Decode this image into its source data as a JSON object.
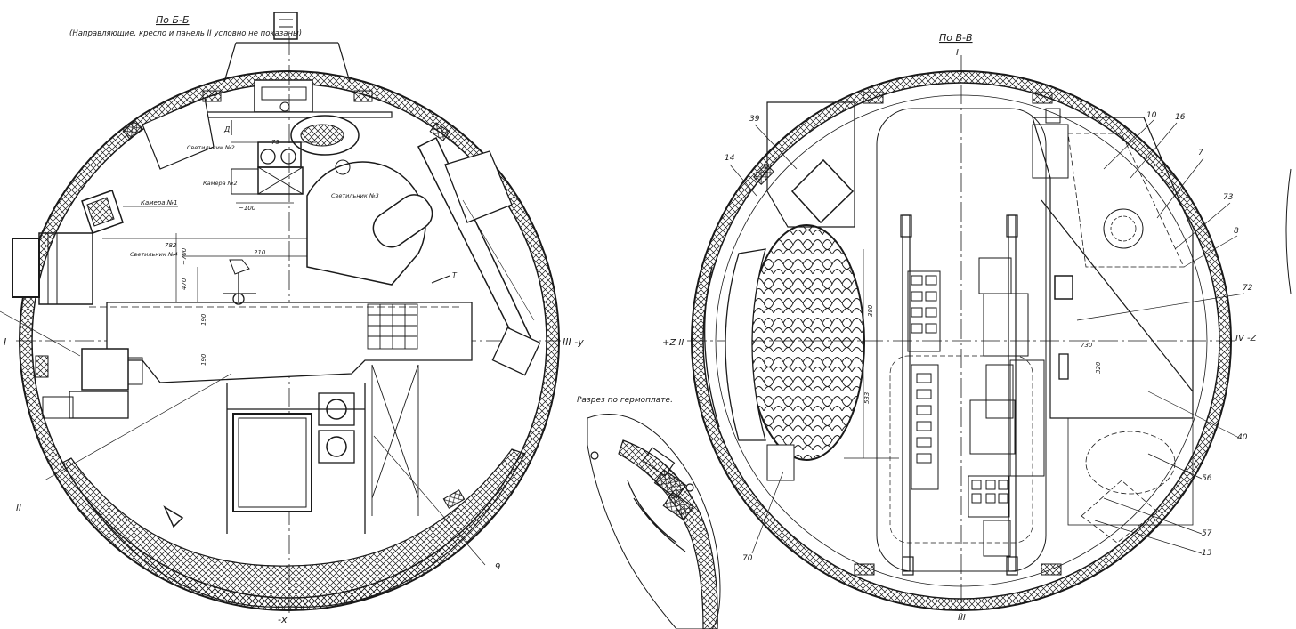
{
  "views": {
    "left": {
      "title": "По Б-Б",
      "subtitle": "(Направляющие, кресло и панель II условно не показаны)",
      "axes": {
        "left": "I",
        "right": "III -y",
        "bottom": "-x"
      },
      "callouts": [
        "Светильник №2",
        "Светильник №3",
        "Камера №2",
        "Камера №1",
        "Светильник №4"
      ],
      "dims": [
        "75",
        "~100",
        "782",
        "~700",
        "470",
        "210",
        "190",
        "190",
        "Д",
        "T"
      ],
      "parts": [
        "II",
        "9"
      ]
    },
    "right": {
      "title": "По В-В",
      "axes": {
        "top": "I",
        "left": "+Z II",
        "right": "IV -Z",
        "bottom": "III"
      },
      "dims": [
        "380",
        "533",
        "730",
        "320"
      ],
      "parts": [
        "39",
        "14",
        "10",
        "16",
        "7",
        "73",
        "8",
        "72",
        "40",
        "56",
        "57",
        "13",
        "70"
      ]
    },
    "section": {
      "title": "Разрез по гермоплате."
    }
  },
  "colors": {
    "ink": "#1a1a1a",
    "paper": "#ffffff"
  }
}
